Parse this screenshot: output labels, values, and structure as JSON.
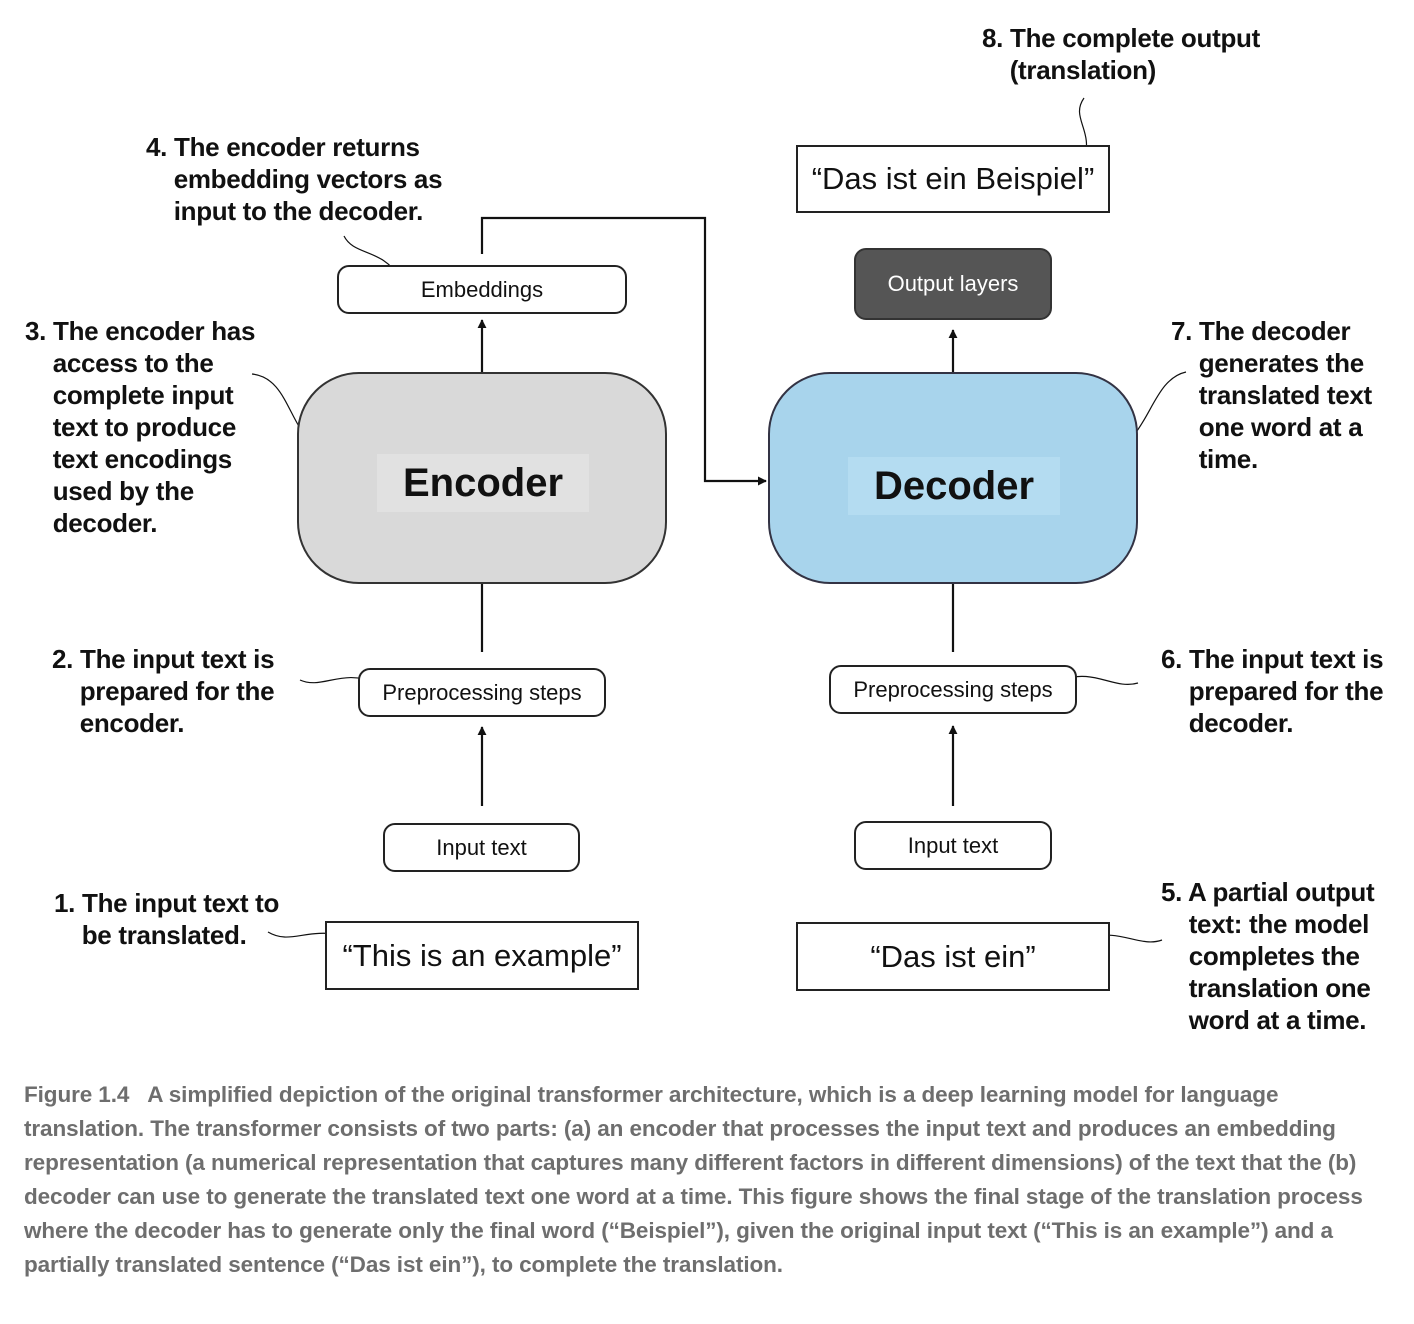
{
  "diagram": {
    "encoder": {
      "label": "Encoder",
      "fill": "#d9d9d9",
      "embeddings": "Embeddings",
      "preprocessing": "Preprocessing steps",
      "input_text": "Input text",
      "input_example": "“This is an example”"
    },
    "decoder": {
      "label": "Decoder",
      "fill": "#a8d4ec",
      "output_layers": "Output layers",
      "output_layers_fill": "#555555",
      "output_example": "“Das ist ein Beispiel”",
      "preprocessing": "Preprocessing steps",
      "input_text": "Input text",
      "partial_example": "“Das ist ein”"
    },
    "annotations": {
      "a1": "1. The input text to\n    be translated.",
      "a2": "2. The input text is\n    prepared for the\n    encoder.",
      "a3": "3. The encoder has\n    access to the\n    complete input\n    text to produce\n    text encodings\n    used by the\n    decoder.",
      "a4": "4. The encoder returns\n    embedding vectors as\n    input to the decoder.",
      "a5": "5. A partial output\n    text: the model\n    completes the\n    translation one\n    word at a time.",
      "a6": "6. The input text is\n    prepared for the\n    decoder.",
      "a7": "7. The decoder\n    generates the\n    translated text\n    one word at a\n    time.",
      "a8": "8. The complete output\n    (translation)"
    }
  },
  "caption": {
    "label": "Figure 1.4",
    "text": "A simplified depiction of the original transformer architecture, which is a deep learning model for language translation. The transformer consists of two parts: (a) an encoder that processes the input text and produces an embedding representation (a numerical representation that captures many different factors in different dimensions) of the text that the (b) decoder can use to generate the translated text one word at a time. This figure shows the final stage of the translation process where the decoder has to generate only the final word (“Beispiel”), given the original input text (“This is an example”) and a partially translated sentence (“Das ist ein”), to complete the translation."
  }
}
